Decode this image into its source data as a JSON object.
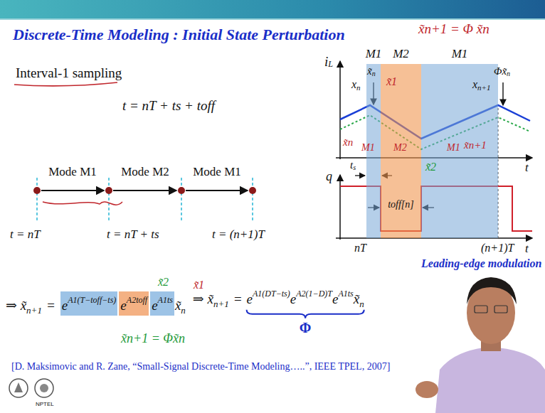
{
  "diagram": {
    "title": "Discrete-Time Modeling : Initial State Perturbation",
    "nodes": [
      {
        "text": [
          "e",
          "A1(T−toff−ts)"
        ]
      },
      {
        "text": [
          "e",
          "A2toff"
        ]
      },
      {
        "text": [
          "e",
          "A1ts"
        ]
      },
      {
        "text": [
          "M1"
        ]
      },
      {
        "text": [
          "M2",
          "toff[n]"
        ]
      },
      {
        "text": [
          "M1"
        ]
      }
    ],
    "labels": [
      "x̃n+1 = Φ x̃n",
      "Interval-1 sampling",
      "t = nT + ts + toff",
      "Mode M1",
      "Mode M2",
      "Mode M1",
      "t = nT",
      "t = nT + ts",
      "t = (n+1)T",
      "⇒ x̃",
      "n+1",
      "=",
      "x̃",
      "n",
      "⇒ x̃",
      "n+1",
      "=",
      "e",
      "A1(DT−ts)",
      "e",
      "A2(1−D)T",
      "e",
      "A1ts",
      "x̃",
      "n",
      "Φ",
      "x̃n+1 = Φx̃n",
      "x̃2",
      "x̃1",
      "[D. Maksimovic and R. Zane, “Small-Signal Discrete-Time Modeling…..”, IEEE TPEL, 2007]",
      "i",
      "L",
      "x̃",
      "n",
      "Φx̃",
      "n",
      "x",
      "n",
      "x",
      "n+1",
      "t",
      "q",
      "t",
      "t",
      "s",
      "nT",
      "(n+1)T",
      "Leading-edge modulation",
      "x̃1",
      "x̃2",
      "x̃n+1",
      "M1",
      "M2",
      "M1",
      "x̃n",
      "NPTEL"
    ]
  }
}
